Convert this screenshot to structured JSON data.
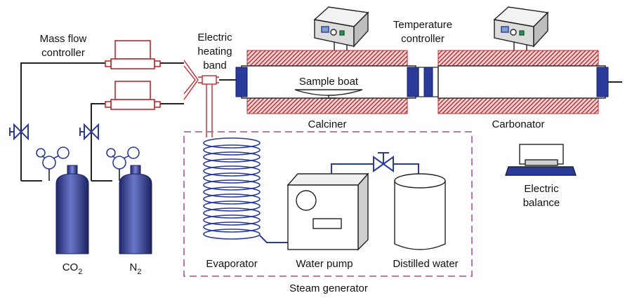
{
  "labels": {
    "mass_flow_controller": [
      "Mass flow",
      "controller"
    ],
    "electric_heating_band": [
      "Electric",
      "heating",
      "band"
    ],
    "temperature_controller": [
      "Temperature",
      "controller"
    ],
    "sample_boat": "Sample boat",
    "calciner": "Calciner",
    "carbonator": "Carbonator",
    "electric_balance": [
      "Electric",
      "balance"
    ],
    "evaporator": "Evaporator",
    "water_pump": "Water pump",
    "distilled_water": "Distilled water",
    "steam_generator": "Steam generator",
    "co2": {
      "base": "CO",
      "sub": "2"
    },
    "n2": {
      "base": "N",
      "sub": "2"
    }
  },
  "colors": {
    "gas_line": "#c0282f",
    "water_line": "#2b3b9a",
    "cylinder": "#2f3a8f",
    "furnace_hatch": "#c0282f",
    "dashed_box": "#b06aa0",
    "black_line": "#222222"
  }
}
